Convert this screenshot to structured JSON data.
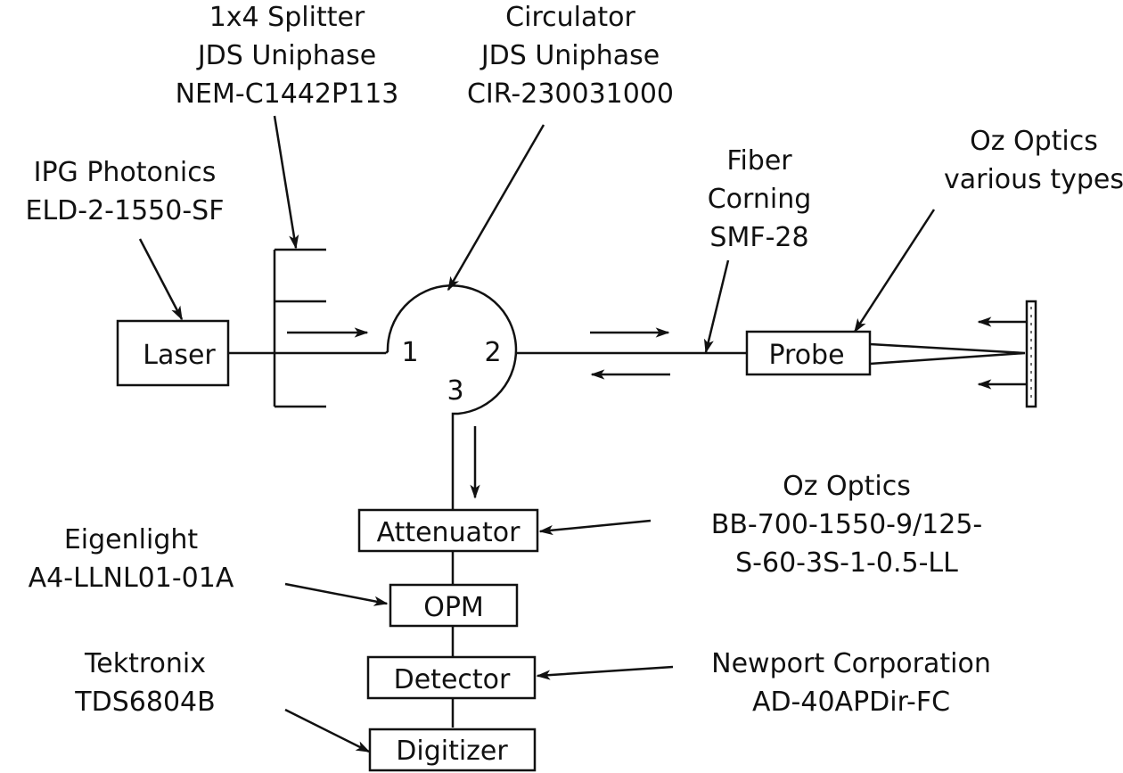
{
  "diagram": {
    "title": "Optical fiber probe measurement setup",
    "components": {
      "laser": {
        "label": "Laser"
      },
      "probe": {
        "label": "Probe"
      },
      "attenuator": {
        "label": "Attenuator"
      },
      "opm": {
        "label": "OPM"
      },
      "detector": {
        "label": "Detector"
      },
      "digitizer": {
        "label": "Digitizer"
      }
    },
    "circulator_ports": [
      "1",
      "2",
      "3"
    ],
    "annotations": {
      "splitter": [
        "1x4 Splitter",
        "JDS Uniphase",
        "NEM-C1442P113"
      ],
      "circulator": [
        "Circulator",
        "JDS Uniphase",
        "CIR-230031000"
      ],
      "laser": [
        "IPG Photonics",
        "ELD-2-1550-SF"
      ],
      "fiber": [
        "Fiber",
        "Corning",
        "SMF-28"
      ],
      "probe": [
        "Oz Optics",
        "various types"
      ],
      "attenuator": [
        "Oz Optics",
        "BB-700-1550-9/125-",
        "S-60-3S-1-0.5-LL"
      ],
      "opm": [
        "Eigenlight",
        "A4-LLNL01-01A"
      ],
      "detector": [
        "Newport Corporation",
        "AD-40APDir-FC"
      ],
      "digitizer": [
        "Tektronix",
        "TDS6804B"
      ]
    },
    "colors": {
      "ink": "#111111",
      "background": "#ffffff"
    }
  }
}
